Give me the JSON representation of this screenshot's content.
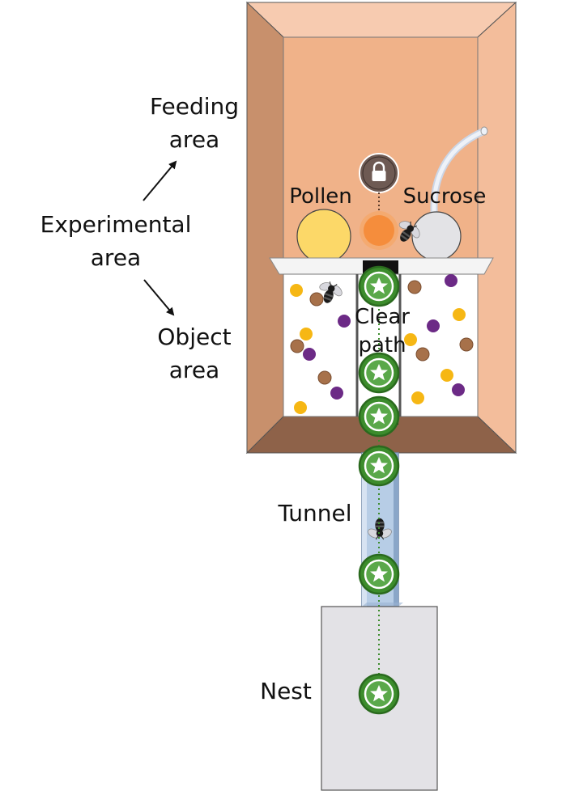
{
  "labels": {
    "feeding_area": [
      "Feeding",
      "area"
    ],
    "experimental_area": [
      "Experimental",
      "area"
    ],
    "object_area": [
      "Object",
      "area"
    ],
    "pollen": "Pollen",
    "sucrose": "Sucrose",
    "clear_path": [
      "Clear",
      "path"
    ],
    "tunnel": "Tunnel",
    "nest": "Nest"
  },
  "icons": {
    "lock": "lock-icon",
    "star": "star-icon",
    "bee": "bee-icon"
  },
  "colors": {
    "arena_wall_left": "#c8906c",
    "arena_wall_top": "#f7cbb0",
    "arena_wall_right": "#f3bd9b",
    "arena_wall_bottom": "#8e6249",
    "arena_floor": "#f0b289",
    "object_floor": "#ffffff",
    "pollen": "#fcd868",
    "sucrose": "#e3e3e6",
    "clear_path_target": "#f58d3c",
    "star_marker": "#3c8c2c",
    "tunnel": "#b7cde6",
    "nest": "#e3e2e6",
    "object_yellow": "#f6b714",
    "object_purple": "#6c2a86",
    "object_brown": "#a7714a"
  }
}
